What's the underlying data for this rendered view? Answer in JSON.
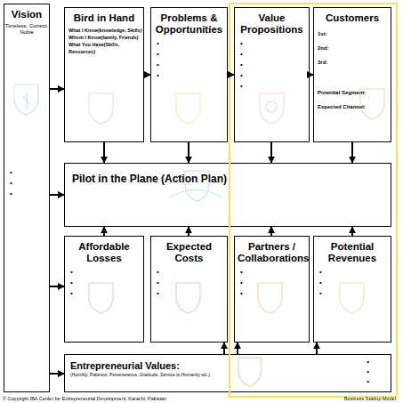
{
  "diagram": {
    "nodes": [
      {
        "text": [
          "Vision",
          "Timeless, Correct, Noble",
          "•",
          "•",
          "•"
        ]
      },
      {
        "text": [
          "Bird in Hand",
          "What I Know(knowledge, Skills)",
          "Whom I Know(family, Friends)",
          "What You Have(Skills, Resources)"
        ]
      },
      {
        "text": [
          "Problems & Opportunities",
          "•",
          "•",
          "•",
          "•"
        ]
      },
      {
        "text": [
          "Value Propositions",
          "•",
          "•",
          "•",
          "•",
          "•"
        ]
      },
      {
        "text": [
          "Customers",
          "1st:",
          "2nd:",
          "3rd:",
          "Potential Segment:",
          "Expected Channel:"
        ]
      },
      {
        "text": [
          "Pilot in the Plane (Action Plan)"
        ]
      },
      {
        "text": [
          "Affordable Losses",
          "•",
          "•",
          "•"
        ]
      },
      {
        "text": [
          "Expected Costs",
          "•",
          "•",
          "•"
        ]
      },
      {
        "text": [
          "Partners / Collaborations",
          "•",
          "•",
          "•"
        ]
      },
      {
        "text": [
          "Potential Revenues",
          "•",
          "•",
          "•"
        ]
      },
      {
        "text": [
          "Entrepreneurial Values:",
          "(Humility, Patience, Perseverance, Gratitude, Service to Humanity etc.)",
          "•",
          "•",
          "•"
        ]
      }
    ],
    "edges": [
      {
        "from": 0,
        "to": 1,
        "arrow": "to"
      },
      {
        "from": 0,
        "to": 5,
        "arrow": "to"
      },
      {
        "from": 0,
        "to": 6,
        "arrow": "to"
      },
      {
        "from": 0,
        "to": 10,
        "arrow": "to"
      },
      {
        "from": 1,
        "to": 2,
        "arrow": "to"
      },
      {
        "from": 2,
        "to": 3,
        "arrow": "to"
      },
      {
        "from": 3,
        "to": 4,
        "arrow": "to"
      },
      {
        "from": 1,
        "to": 5,
        "arrow": "to"
      },
      {
        "from": 2,
        "to": 5,
        "arrow": "to"
      },
      {
        "from": 3,
        "to": 5,
        "arrow": "to"
      },
      {
        "from": 4,
        "to": 5,
        "arrow": "to"
      },
      {
        "from": 6,
        "to": 5,
        "arrow": "to"
      },
      {
        "from": 7,
        "to": 5,
        "arrow": "to"
      },
      {
        "from": 8,
        "to": 5,
        "arrow": "to"
      },
      {
        "from": 9,
        "to": 5,
        "arrow": "to"
      },
      {
        "from": 10,
        "to": 7,
        "arrow": "to"
      },
      {
        "from": 10,
        "to": 8,
        "arrow": "to"
      },
      {
        "from": 10,
        "to": 9,
        "arrow": "to"
      }
    ],
    "labels": [
      "© Copyright IBA Center for Entrepreneurial Development, Karachi, Pakistan",
      "Business Startup Model"
    ]
  }
}
